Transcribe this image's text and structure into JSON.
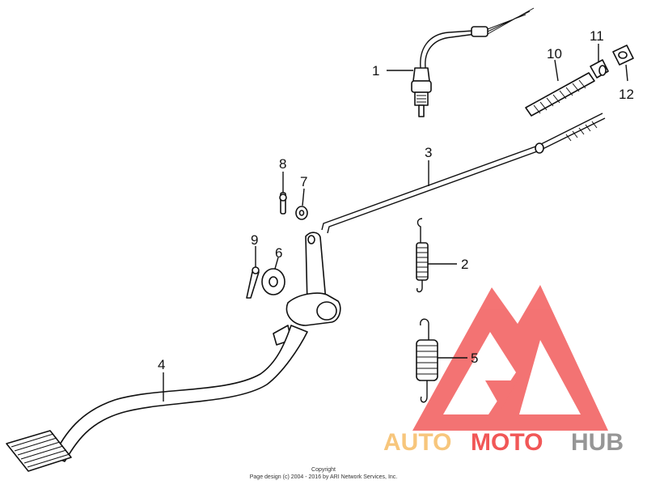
{
  "callouts": [
    {
      "id": "1",
      "label": "1"
    },
    {
      "id": "2",
      "label": "2"
    },
    {
      "id": "3",
      "label": "3"
    },
    {
      "id": "4",
      "label": "4"
    },
    {
      "id": "5",
      "label": "5"
    },
    {
      "id": "6",
      "label": "6"
    },
    {
      "id": "7",
      "label": "7"
    },
    {
      "id": "8",
      "label": "8"
    },
    {
      "id": "9",
      "label": "9"
    },
    {
      "id": "10",
      "label": "10"
    },
    {
      "id": "11",
      "label": "11"
    },
    {
      "id": "12",
      "label": "12"
    }
  ],
  "copyright": {
    "line1": "Copyright",
    "line2": "Page design (c) 2004 - 2016 by ARI Network Services, Inc."
  },
  "watermark": {
    "part1": "AUTO",
    "part2": "MOTO",
    "part3": "HUB",
    "color_light": "#f7c06e",
    "color_red": "#f04545",
    "color_grey": "#8b8b8b"
  }
}
